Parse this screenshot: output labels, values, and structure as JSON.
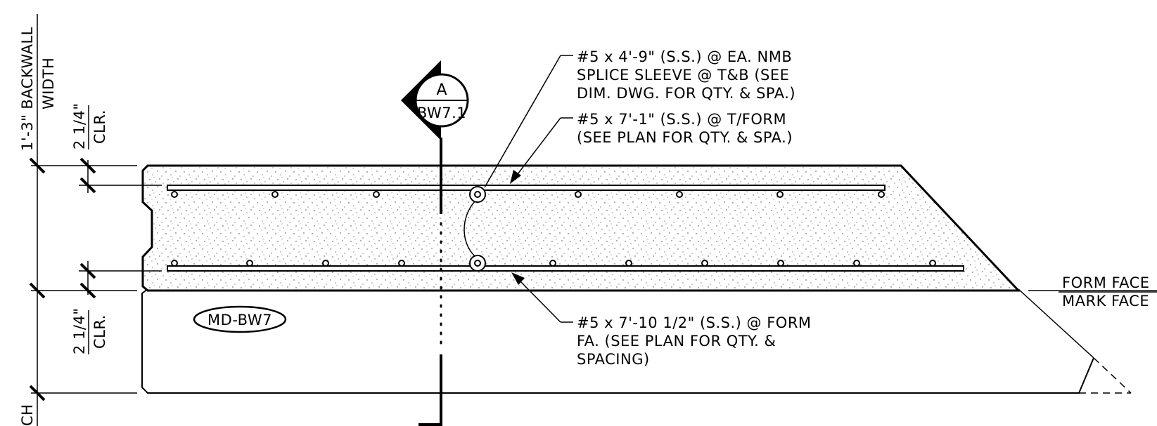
{
  "dimensions": {
    "backwall_line1": "1'-3\" BACKWALL",
    "backwall_line2": "WIDTH",
    "top_clr_value": "2 1/4\"",
    "top_clr_label": "CLR.",
    "bottom_clr_value": "2 1/4\"",
    "bottom_clr_label": "CLR.",
    "partial_text": "CH"
  },
  "section_marker": {
    "letter": "A",
    "sheet": "BW7.1"
  },
  "mark_label": "MD-BW7",
  "callouts": [
    {
      "lines": [
        "#5 x 4'-9\" (S.S.) @ EA. NMB",
        "SPLICE SLEEVE @ T&B (SEE",
        "DIM. DWG. FOR QTY. & SPA.)"
      ]
    },
    {
      "lines": [
        "#5 x 7'-1\" (S.S.) @ T/FORM",
        "(SEE PLAN FOR QTY. & SPA.)"
      ]
    },
    {
      "lines": [
        "#5 x 7'-10 1/2\" (S.S.) @ FORM",
        "FA. (SEE PLAN FOR QTY. &",
        "SPACING)"
      ]
    }
  ],
  "face_labels": {
    "form_face": "FORM FACE",
    "mark_face": "MARK FACE"
  },
  "top_bar_dots": 8,
  "bottom_bar_dots": 11
}
